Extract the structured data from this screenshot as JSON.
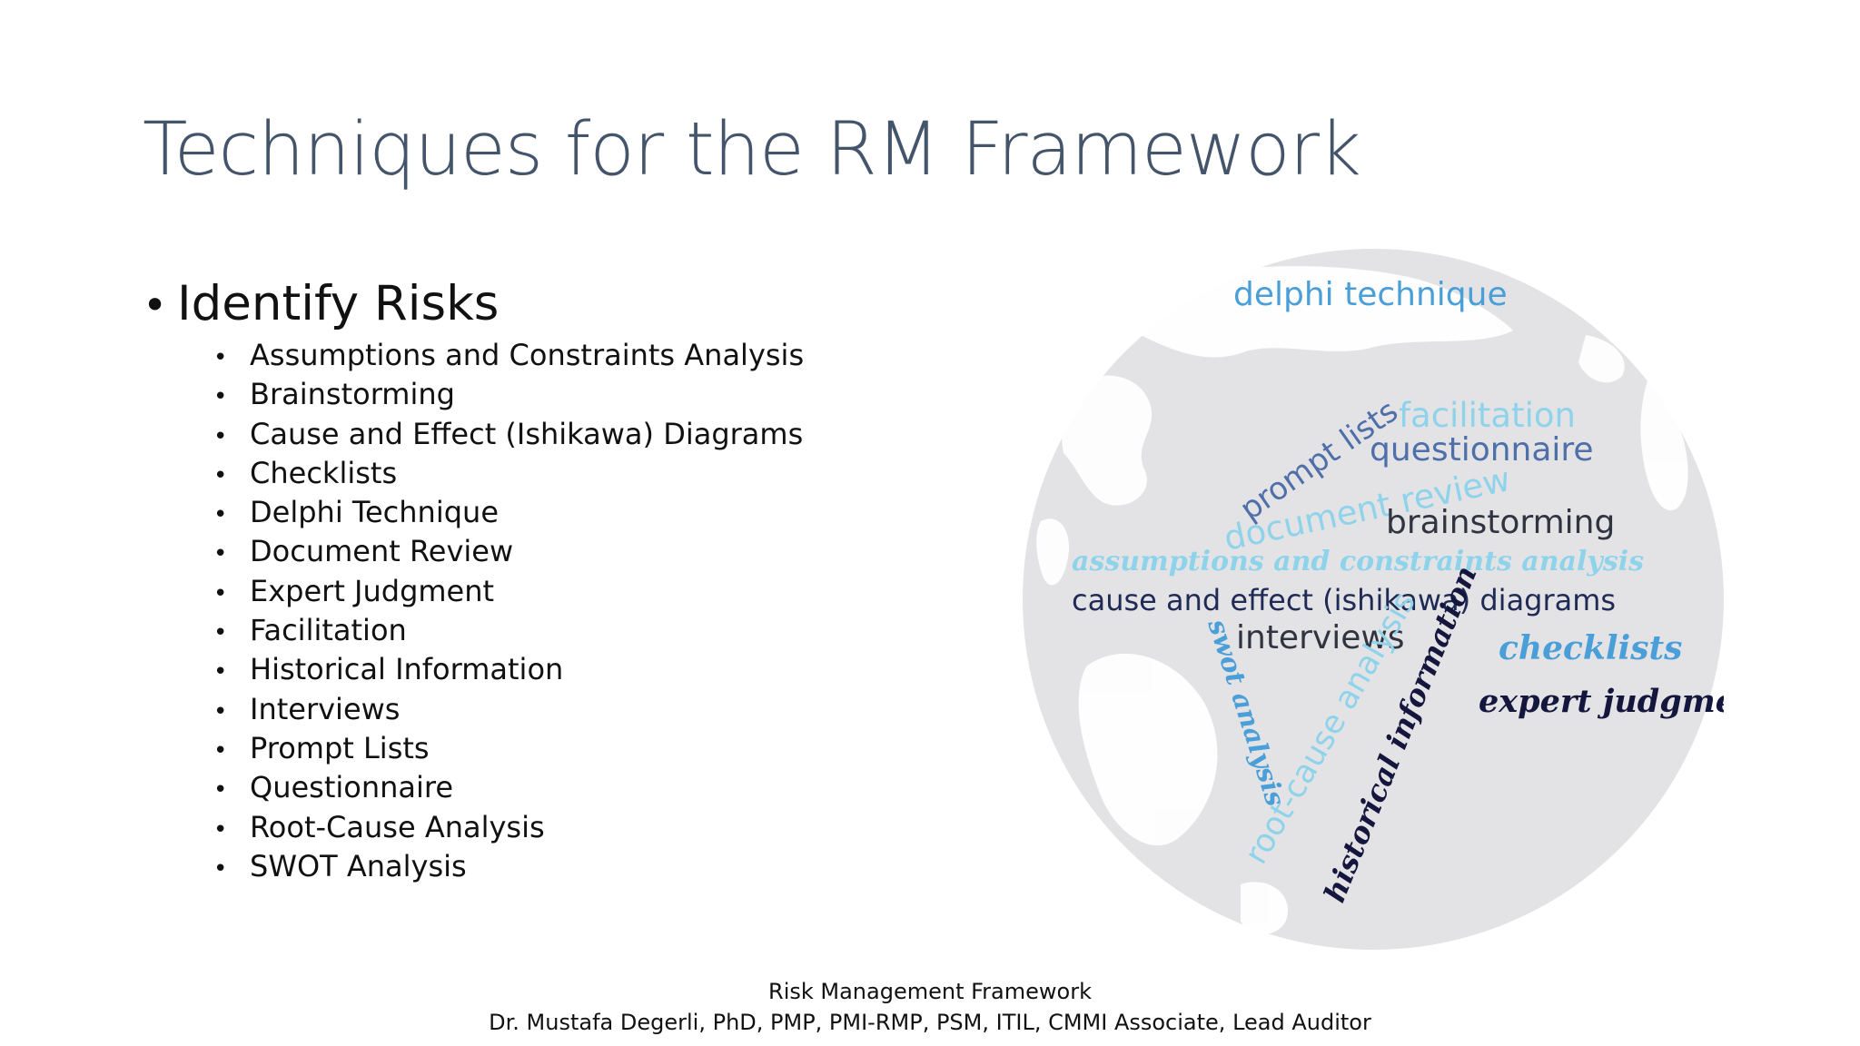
{
  "slide": {
    "title": "Techniques for the RM Framework",
    "main_bullet": "Identify Risks",
    "sub_items": [
      "Assumptions and Constraints Analysis",
      "Brainstorming",
      "Cause and Effect (Ishikawa) Diagrams",
      "Checklists",
      "Delphi Technique",
      "Document Review",
      "Expert Judgment",
      "Facilitation",
      "Historical Information",
      "Interviews",
      "Prompt Lists",
      "Questionnaire",
      "Root-Cause Analysis",
      "SWOT Analysis"
    ],
    "bullet_glyph": "•"
  },
  "word_cloud": {
    "words": {
      "delphi": "delphi technique",
      "facilitation": "facilitation",
      "prompt": "prompt lists",
      "questionnaire": "questionnaire",
      "document": "document review",
      "brainstorming": "brainstorming",
      "assumptions": "assumptions and constraints analysis",
      "cause": "cause and effect (ishikawa) diagrams",
      "interviews": "interviews",
      "checklists": "checklists",
      "swot": "swot analysis",
      "root": "root-cause analysis",
      "historical": "historical information",
      "expert": "expert judgment"
    },
    "colors": {
      "light": "#8fd3ea",
      "medium": "#4a9fd8",
      "steel": "#4f6fa8",
      "navy": "#1f2a55",
      "dark": "#15163d",
      "gray": "#2f3440",
      "globe": "#e3e3e6",
      "land": "#ffffff"
    }
  },
  "footer": {
    "line1": "Risk Management Framework",
    "line2": "Dr. Mustafa Degerli, PhD, PMP, PMI-RMP, PSM, ITIL, CMMI Associate, Lead Auditor"
  }
}
